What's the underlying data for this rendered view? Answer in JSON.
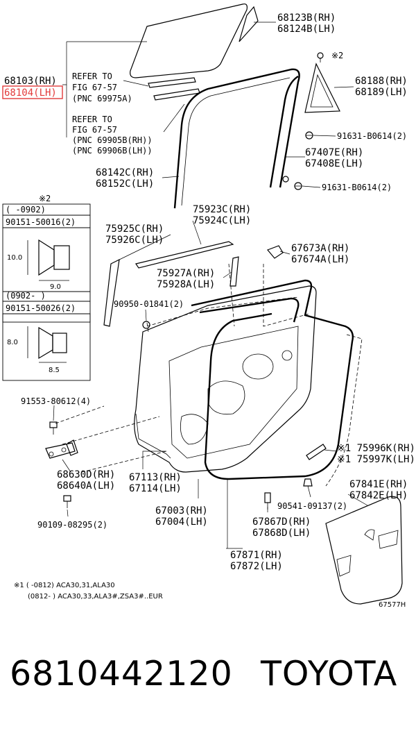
{
  "callouts": {
    "c68123": [
      "68123B(RH)",
      "68124B(LH)"
    ],
    "c68103": [
      "68103(RH)",
      "68104(LH)"
    ],
    "refer1": [
      "REFER TO",
      "FIG 67-57",
      "(PNC 69975A)"
    ],
    "refer2": [
      "REFER TO",
      "FIG 67-57",
      "(PNC 69905B(RH))",
      "(PNC 69906B(LH))"
    ],
    "c68188": [
      "68188(RH)",
      "68189(LH)"
    ],
    "c91631a": "91631-B0614(2)",
    "c67407": [
      "67407E(RH)",
      "67408E(LH)"
    ],
    "c91631b": "91631-B0614(2)",
    "c68142": [
      "68142C(RH)",
      "68152C(LH)"
    ],
    "c75923": [
      "75923C(RH)",
      "75924C(LH)"
    ],
    "c75925": [
      "75925C(RH)",
      "75926C(LH)"
    ],
    "c67673": [
      "67673A(RH)",
      "67674A(LH)"
    ],
    "c75927": [
      "75927A(RH)",
      "75928A(LH)"
    ],
    "c90950": "90950-01841(2)",
    "c91553": "91553-80612(4)",
    "c175996": [
      "※1 75996K(RH)",
      "※1 75997K(LH)"
    ],
    "c68630": [
      "68630D(RH)",
      "68640A(LH)"
    ],
    "c67113": [
      "67113(RH)",
      "67114(LH)"
    ],
    "c67841": [
      "67841E(RH)",
      "67842E(LH)"
    ],
    "c90541": "90541-09137(2)",
    "c67003": [
      "67003(RH)",
      "67004(LH)"
    ],
    "c67867": [
      "67867D(RH)",
      "67868D(LH)"
    ],
    "c90109": "90109-08295(2)",
    "c67871": [
      "67871(RH)",
      "67872(LH)"
    ]
  },
  "side_table": {
    "mark": "※2",
    "row1_range": "(     -0902)",
    "row1_part": "90151-50016(2)",
    "row1_dim_h": "10.0",
    "row1_dim_w": "9.0",
    "row2_range": "(0902-      )",
    "row2_part": "90151-50026(2)",
    "row2_dim_h": "8.0",
    "row2_dim_w": "8.5"
  },
  "mark2_top": "※2",
  "footnote": {
    "line1": "※1 (     -0812) ACA30,31,ALA30",
    "line2": "(0812-        ) ACA30,33,ALA3#,ZSA3#..EUR"
  },
  "figure_code": "67577H",
  "bottom": {
    "part_number": "6810442120",
    "brand": "TOYOTA"
  },
  "colors": {
    "highlight": "#e23a3a",
    "line": "#000000"
  }
}
